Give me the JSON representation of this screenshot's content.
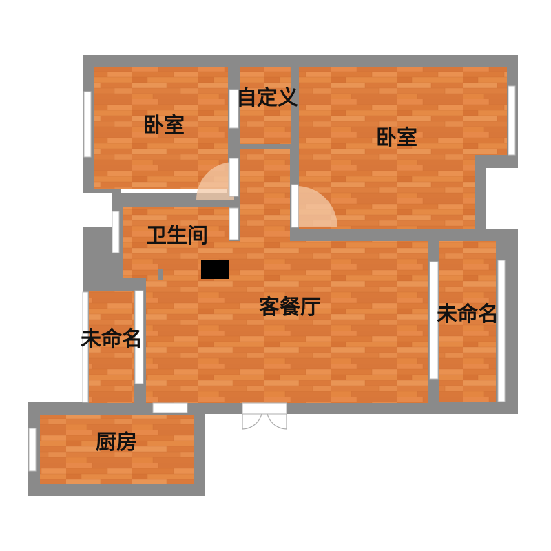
{
  "floorplan": {
    "rooms": {
      "bedroom_left": "卧室",
      "custom": "自定义",
      "bedroom_right": "卧室",
      "bathroom": "卫生间",
      "living_dining": "客餐厅",
      "unnamed_left": "未命名",
      "unnamed_right": "未命名",
      "kitchen": "厨房"
    }
  },
  "colors": {
    "wall": "#8a8a8a",
    "floor_base": "#e0803c",
    "window": "#ffffff",
    "fixture": "#000000"
  }
}
